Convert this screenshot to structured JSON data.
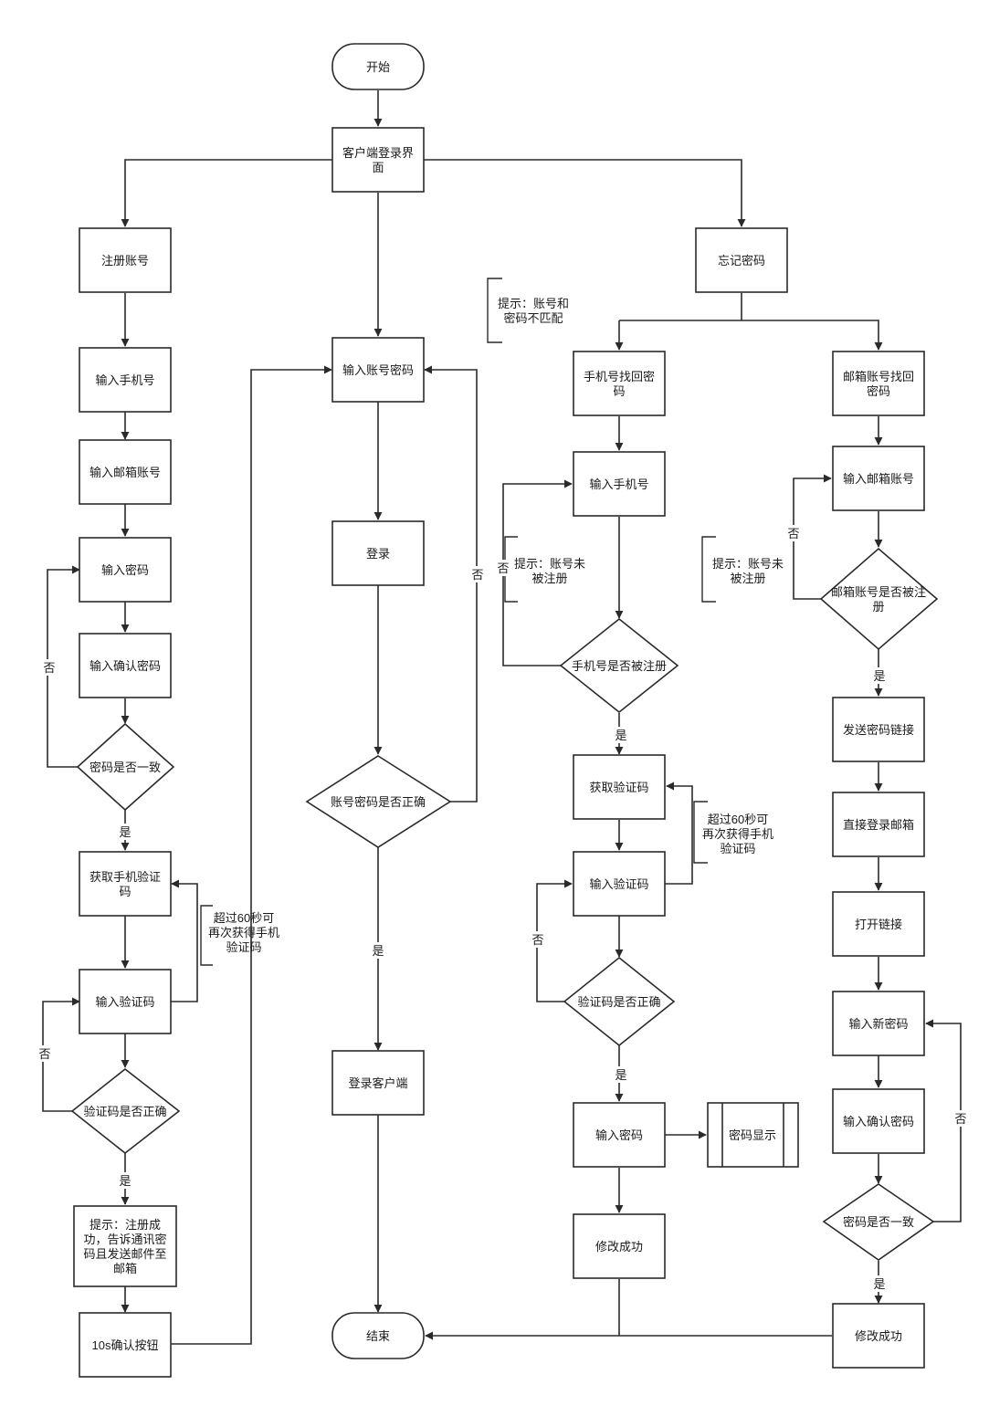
{
  "nodes": {
    "start": "开始",
    "client_login": [
      "客户端登录界",
      "面"
    ],
    "register": "注册账号",
    "forgot": "忘记密码",
    "input_phone": "输入手机号",
    "input_email": "输入邮箱账号",
    "input_pwd": "输入密码",
    "input_confirm_pwd": "输入确认密码",
    "pwd_consistent": "密码是否一致",
    "get_phone_code": [
      "获取手机验证",
      "码"
    ],
    "input_code": "输入验证码",
    "code_correct": "验证码是否正确",
    "reg_success_note": [
      "提示：注册成",
      "功，告诉通讯密",
      "码且发送邮件至",
      "邮箱"
    ],
    "confirm_btn": "10s确认按钮",
    "input_account_pwd": "输入账号密码",
    "login": "登录",
    "account_correct": "账号密码是否正确",
    "login_client": "登录客户端",
    "end": "结束",
    "phone_recover": [
      "手机号找回密",
      "码"
    ],
    "email_recover": [
      "邮箱账号找回",
      "密码"
    ],
    "m_input_phone": "输入手机号",
    "phone_registered": "手机号是否被注册",
    "get_code": "获取验证码",
    "m_input_code": "输入验证码",
    "m_code_correct": "验证码是否正确",
    "m_input_pwd": "输入密码",
    "pwd_display": "密码显示",
    "m_modify_success": "修改成功",
    "r_input_email": "输入邮箱账号",
    "email_registered": [
      "邮箱账号是否被注",
      "册"
    ],
    "send_link": "发送密码链接",
    "login_mailbox": "直接登录邮箱",
    "open_link": "打开链接",
    "input_new_pwd": "输入新密码",
    "r_input_confirm_pwd": "输入确认密码",
    "r_pwd_consistent": "密码是否一致",
    "r_modify_success": "修改成功"
  },
  "annotations": {
    "mismatch": [
      "提示：账号和",
      "密码不匹配"
    ],
    "phone_unregistered": [
      "提示：账号未",
      "被注册"
    ],
    "email_unregistered": [
      "提示：账号未",
      "被注册"
    ],
    "resend_left": [
      "超过60秒可",
      "再次获得手机",
      "验证码"
    ],
    "resend_mid": [
      "超过60秒可",
      "再次获得手机",
      "验证码"
    ]
  },
  "labels": {
    "yes": "是",
    "no": "否"
  }
}
